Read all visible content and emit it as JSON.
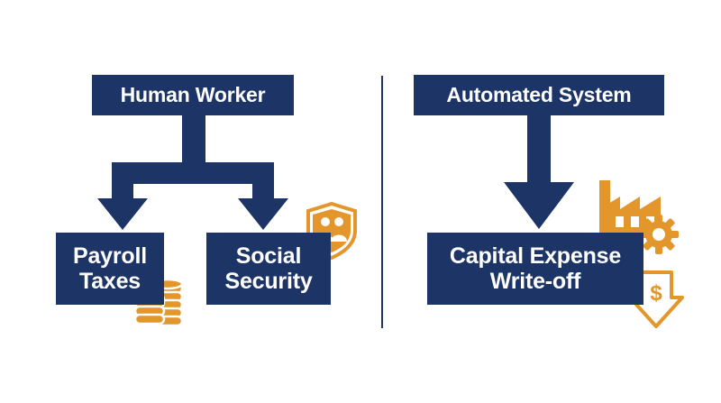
{
  "colors": {
    "navy": "#1d3466",
    "gold": "#e2962c",
    "background": "#ffffff"
  },
  "left": {
    "top_box": "Human Worker",
    "payroll": [
      "Payroll",
      "Taxes"
    ],
    "social": [
      "Social",
      "Security"
    ]
  },
  "right": {
    "top_box": "Automated System",
    "capital": [
      "Capital Expense",
      "Write-off"
    ]
  },
  "icons": {
    "payroll": "coin-stacks-icon",
    "social": "shield-people-icon",
    "factory": "factory-icon",
    "gear": "gear-icon",
    "expense": "dollar-down-arrow-icon"
  },
  "expense_icon_symbol": "$"
}
